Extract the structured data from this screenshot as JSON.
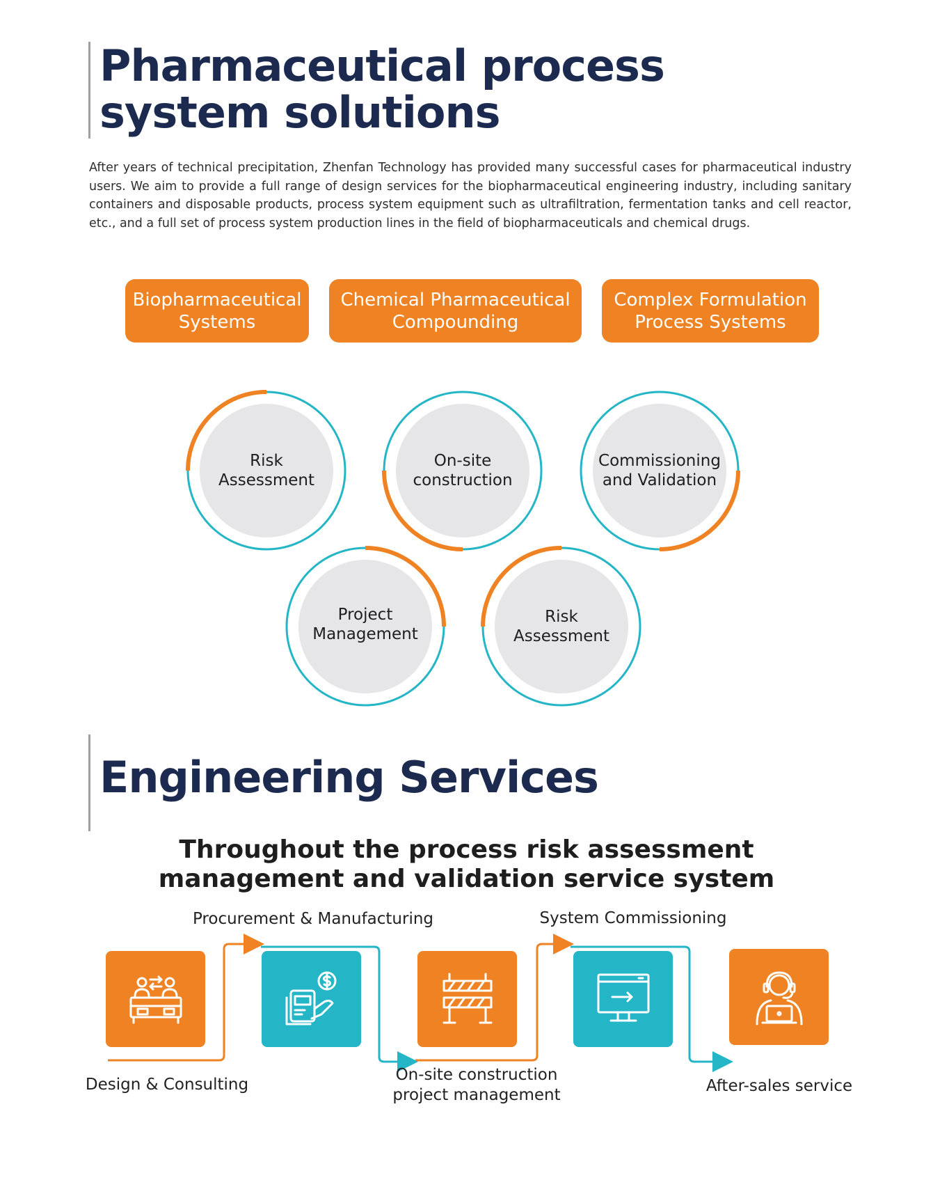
{
  "section1": {
    "title_line1": "Pharmaceutical process",
    "title_line2": "system solutions",
    "intro": "After years of technical precipitation, Zhenfan Technology has provided many successful cases for pharmaceutical industry users. We aim to provide a full range of design services for the biopharmaceutical engineering industry, including sanitary containers and disposable products, process system equipment such as ultrafiltration, fermentation tanks and cell reactor, etc., and a full set of process system production lines in the field of biopharmaceuticals and chemical drugs.",
    "systems": [
      {
        "label": "Biopharmaceutical\nSystems"
      },
      {
        "label": "Chemical Pharmaceutical\nCompounding"
      },
      {
        "label": "Complex Formulation\nProcess Systems"
      }
    ],
    "circles": [
      {
        "label": "Risk\nAssessment"
      },
      {
        "label": "On-site\nconstruction"
      },
      {
        "label": "Commissioning\nand Validation"
      },
      {
        "label": "Project\nManagement"
      },
      {
        "label": "Risk\nAssessment"
      }
    ]
  },
  "section2": {
    "title": "Engineering Services",
    "subtitle": "Throughout the process risk assessment\nmanagement and validation service system",
    "steps": [
      {
        "label": "Design & Consulting",
        "icon": "consulting-meeting-icon",
        "color": "#ef8222"
      },
      {
        "label": "Procurement & Manufacturing",
        "icon": "procurement-payment-icon",
        "color": "#24b6c6"
      },
      {
        "label": "On-site construction\nproject management",
        "icon": "construction-barrier-icon",
        "color": "#ef8222"
      },
      {
        "label": "System Commissioning",
        "icon": "monitor-commissioning-icon",
        "color": "#24b6c6"
      },
      {
        "label": "After-sales service",
        "icon": "support-headset-icon",
        "color": "#ef8222"
      }
    ]
  },
  "colors": {
    "accent": "#ef8222",
    "teal": "#24b6c6",
    "navy": "#1b2a4e",
    "circle_fill": "#e6e6e9"
  }
}
